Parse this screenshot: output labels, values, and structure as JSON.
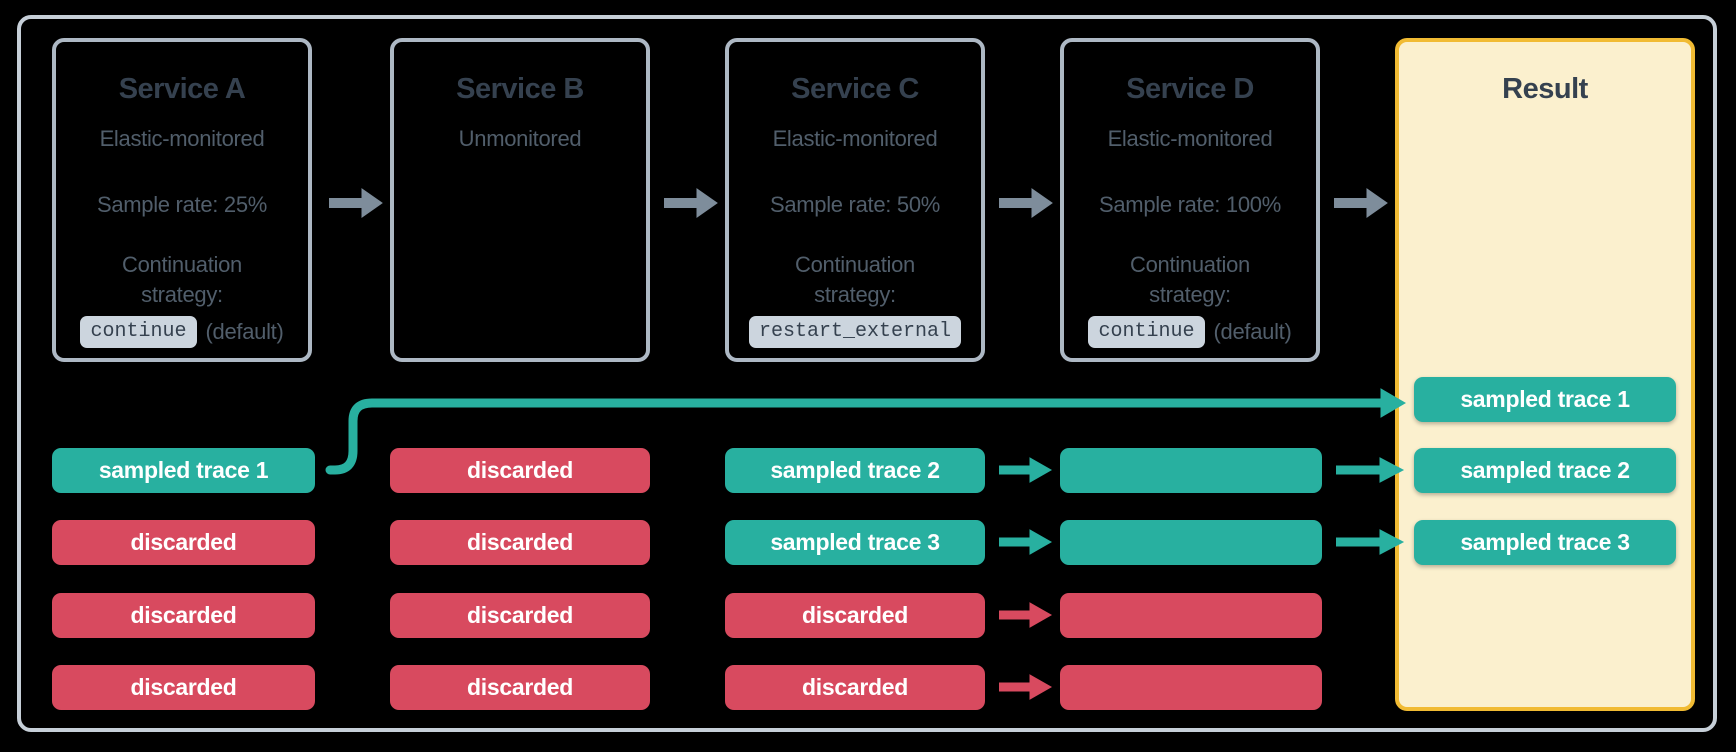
{
  "services": [
    {
      "name": "Service A",
      "monitoring": "Elastic-monitored",
      "sample_rate": "Sample rate: 25%",
      "strategy_label": "Continuation strategy:",
      "strategy_code": "continue",
      "strategy_suffix": "(default)"
    },
    {
      "name": "Service B",
      "monitoring": "Unmonitored"
    },
    {
      "name": "Service C",
      "monitoring": "Elastic-monitored",
      "sample_rate": "Sample rate: 50%",
      "strategy_label": "Continuation strategy:",
      "strategy_code": "restart_external",
      "strategy_suffix": ""
    },
    {
      "name": "Service D",
      "monitoring": "Elastic-monitored",
      "sample_rate": "Sample rate: 100%",
      "strategy_label": "Continuation strategy:",
      "strategy_code": "continue",
      "strategy_suffix": "(default)"
    }
  ],
  "columns": [
    {
      "service": "Service A",
      "pills": [
        {
          "label": "sampled trace 1",
          "kind": "sampled"
        },
        {
          "label": "discarded",
          "kind": "discarded"
        },
        {
          "label": "discarded",
          "kind": "discarded"
        },
        {
          "label": "discarded",
          "kind": "discarded"
        }
      ]
    },
    {
      "service": "Service B",
      "pills": [
        {
          "label": "discarded",
          "kind": "discarded"
        },
        {
          "label": "discarded",
          "kind": "discarded"
        },
        {
          "label": "discarded",
          "kind": "discarded"
        },
        {
          "label": "discarded",
          "kind": "discarded"
        }
      ]
    },
    {
      "service": "Service C",
      "pills": [
        {
          "label": "sampled trace 2",
          "kind": "sampled"
        },
        {
          "label": "sampled trace 3",
          "kind": "sampled"
        },
        {
          "label": "discarded",
          "kind": "discarded"
        },
        {
          "label": "discarded",
          "kind": "discarded"
        }
      ]
    },
    {
      "service": "Service D",
      "pills": [
        {
          "label": "",
          "kind": "sampled"
        },
        {
          "label": "",
          "kind": "sampled"
        },
        {
          "label": "",
          "kind": "discarded"
        },
        {
          "label": "",
          "kind": "discarded"
        }
      ]
    }
  ],
  "result": {
    "title": "Result",
    "pills": [
      {
        "label": "sampled trace 1",
        "kind": "sampled"
      },
      {
        "label": "sampled trace 2",
        "kind": "sampled"
      },
      {
        "label": "sampled trace 3",
        "kind": "sampled"
      }
    ]
  },
  "palette": {
    "teal": "#28b0a0",
    "red": "#d84a5f",
    "slate": "#35414f",
    "body": "#515e6b",
    "box-border": "#adb8c4",
    "outer-border": "#c6cfd8",
    "arrow-gray": "#7e8d9b",
    "chip-bg": "#ccd5de",
    "gold": "#f1bb33",
    "cream": "#fbf0ce"
  }
}
